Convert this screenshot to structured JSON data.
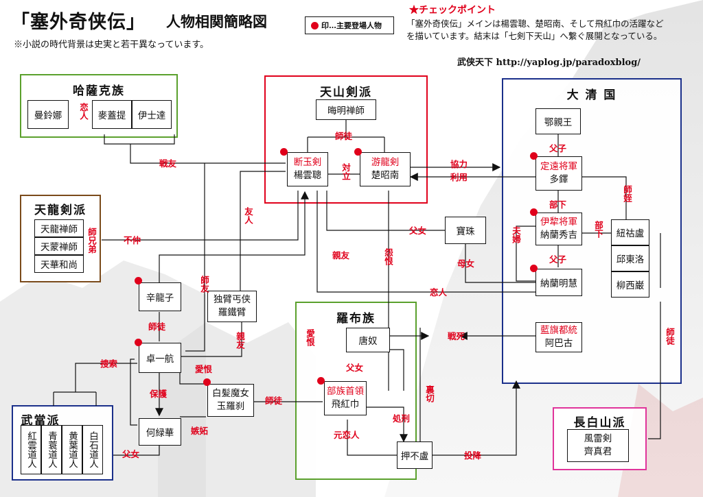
{
  "title": "「塞外奇侠伝」",
  "subtitle": "人物相関簡略図",
  "note": "※小説の時代背景は史実と若干異なっています。",
  "legend_label": "印…主要登場人物",
  "checkpoint": {
    "title": "★チェックポイント",
    "line1": "「塞外奇侠伝」メインは楊雲聰、楚昭南、そして飛紅巾の活躍など",
    "line2": "を描いています。結末は「七剣下天山」へ繋ぐ展開となっている。"
  },
  "credit": "武侠天下 http://yaplog.jp/paradoxblog/",
  "groups": {
    "hasak": {
      "title": "哈薩克族",
      "members": [
        "曼鈴娜",
        "麥蓋提",
        "伊士達"
      ]
    },
    "tianlong": {
      "title": "天龍剣派",
      "members": [
        "天龍禅師",
        "天蒙禅師",
        "天華和尚"
      ]
    },
    "tianshan": {
      "title": "天山剣派",
      "master": "晦明禅師",
      "yang": {
        "alias": "断玉剣",
        "name": "楊雲聰"
      },
      "chu": {
        "alias": "游龍剣",
        "name": "楚昭南"
      }
    },
    "daqing": {
      "title": "大 清 国",
      "eqin": "鄂親王",
      "duoduo": {
        "title": "定遠将軍",
        "name": "多鐸"
      },
      "nalan": {
        "title": "伊犂将軍",
        "name": "納蘭秀吉"
      },
      "minghui": "納蘭明慧",
      "trio": [
        "紐祜盧",
        "邱東洛",
        "柳西巌"
      ],
      "abagu": {
        "title": "藍旗都統",
        "name": "阿巴古"
      }
    },
    "luobu": {
      "title": "羅布族",
      "tangnu": "唐奴",
      "fei": {
        "title": "部族首領",
        "name": "飛紅巾"
      },
      "yabulu": "押不盧"
    },
    "wudang": {
      "title": "武當派",
      "members": [
        "紅雲道人",
        "青蓑道人",
        "黄葉道人",
        "白石道人"
      ]
    },
    "changbai": {
      "title": "長白山派",
      "members": [
        "風雷剣",
        "齊真君"
      ]
    }
  },
  "people": {
    "baozhu": "寶珠",
    "xinlongzi": "辛龍子",
    "zhuoyihang": "卓一航",
    "helühua": "何緑華",
    "dubi": [
      "独臂丐侠",
      "羅鐵臂"
    ],
    "baifa": [
      "白髪魔女",
      "玉羅刹"
    ]
  },
  "labels": {
    "lian": "恋人",
    "zhanyou": "戦友",
    "shitu": "師徒",
    "duili": "対立",
    "xieli": "協力",
    "liyong": "利用",
    "fuzi": "父子",
    "buxia": "部下",
    "shizhi": "師姪",
    "fufu": "夫婦",
    "funü": "父女",
    "munü": "母女",
    "buxia2": "部下",
    "youren": "友人",
    "buhe": "不仲",
    "shixiongdi": "師兄弟",
    "qinyou": "親友",
    "yuanhen": "怨恨",
    "shiyou": "師友",
    "lian2": "恋人",
    "zhansi": "戦死",
    "aihen": "愛恨",
    "fuzi2": "父女",
    "qinyou2": "親友",
    "soucha": "捜索",
    "shitu2": "師徒",
    "aihen2": "愛恨",
    "baohu": "保護",
    "shitu3": "師徒",
    "jidu": "嫉妬",
    "fuzi3": "父女",
    "chufa": "処刑",
    "yuanlian": "元恋人",
    "touxiang": "投降",
    "liqie": "裏切",
    "shitu4": "師徒"
  }
}
